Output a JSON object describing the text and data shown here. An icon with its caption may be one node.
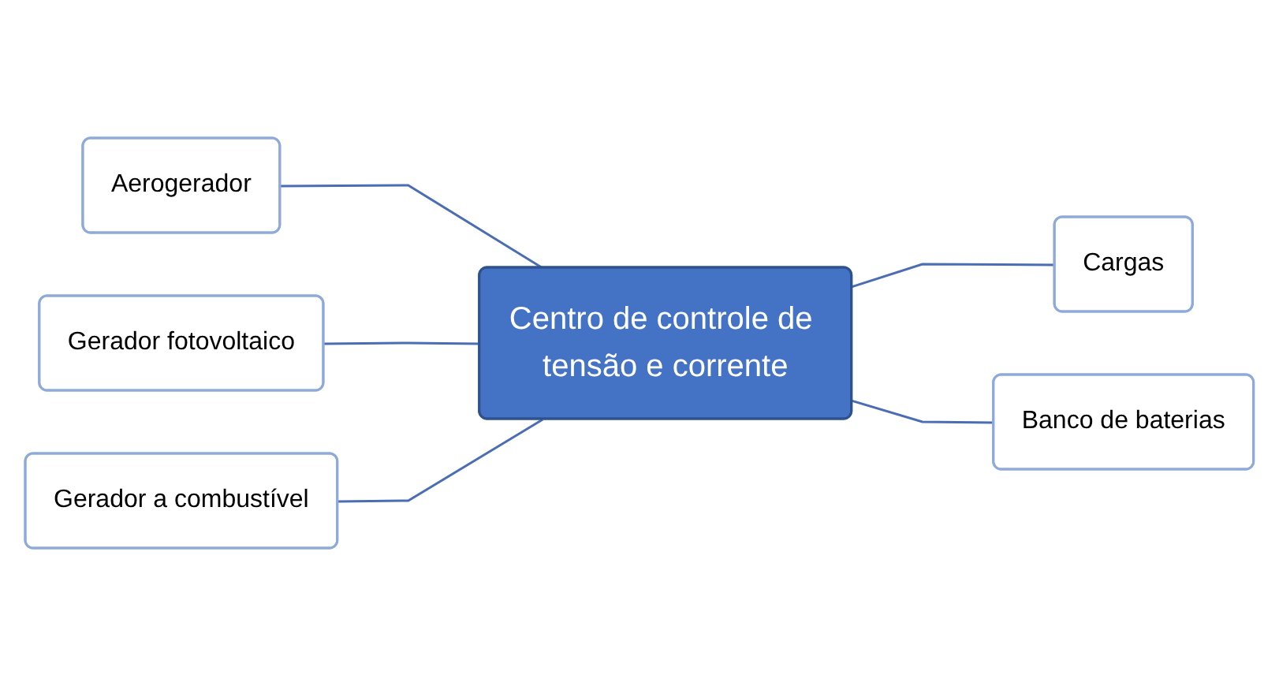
{
  "diagram": {
    "nodes": [
      {
        "text": [
          "Aerogerador"
        ]
      },
      {
        "text": [
          "Gerador fotovoltaico"
        ]
      },
      {
        "text": [
          "Centro de controle de tensão e corrente"
        ]
      },
      {
        "text": [
          "Cargas"
        ]
      },
      {
        "text": [
          "Gerador a combustível"
        ]
      },
      {
        "text": [
          "Banco de baterias"
        ]
      }
    ],
    "edges": [
      {
        "from": 0,
        "to": 2,
        "arrow": "none"
      },
      {
        "from": 1,
        "to": 2,
        "arrow": "none"
      },
      {
        "from": 2,
        "to": 3,
        "arrow": "none"
      },
      {
        "from": 4,
        "to": 2,
        "arrow": "none"
      },
      {
        "from": 2,
        "to": 5,
        "arrow": "none"
      }
    ]
  }
}
